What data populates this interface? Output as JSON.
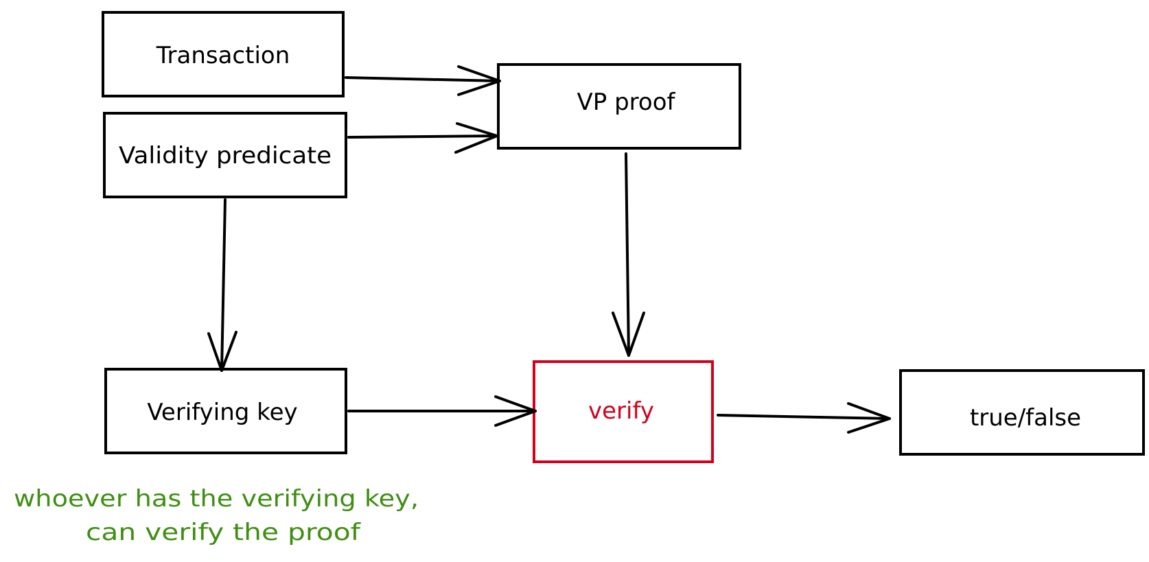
{
  "colors": {
    "ink": "#000000",
    "highlight": "#d0021b",
    "note": "#3f8f12",
    "background": "#ffffff"
  },
  "nodes": {
    "transaction": {
      "label": "Transaction"
    },
    "validity_predicate": {
      "label": "Validity predicate"
    },
    "vp_proof": {
      "label": "VP proof"
    },
    "verifying_key": {
      "label": "Verifying key"
    },
    "verify": {
      "label": "verify"
    },
    "result": {
      "label": "true/false"
    }
  },
  "note": {
    "line1": "whoever has the verifying key,",
    "line2": "can verify the proof"
  }
}
